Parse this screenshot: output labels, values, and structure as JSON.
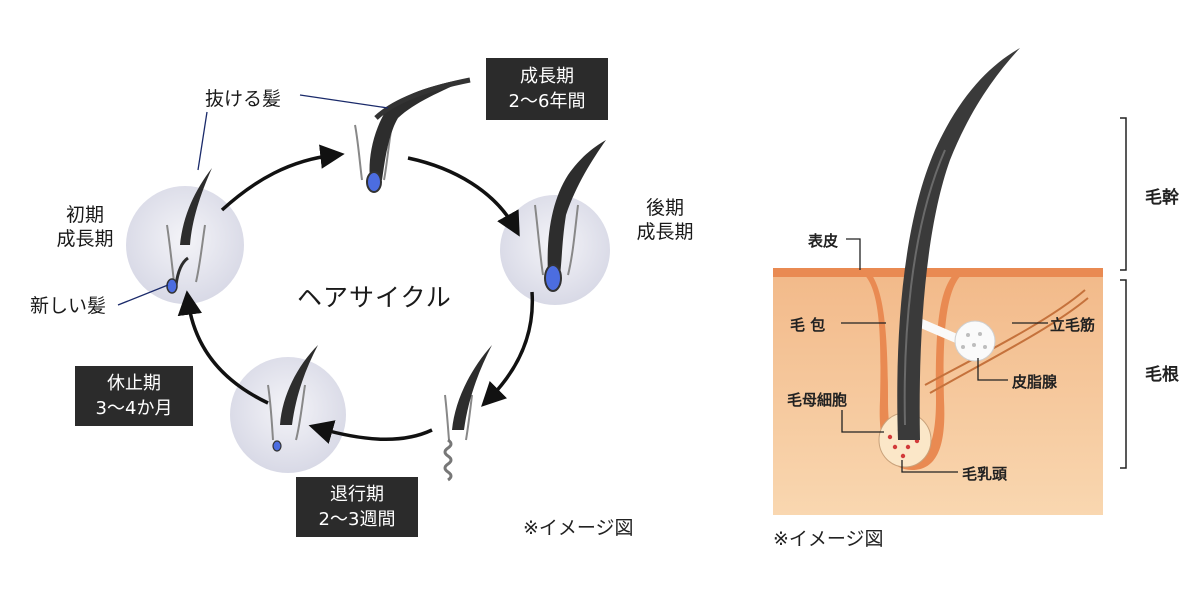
{
  "cycle": {
    "title": "ヘアサイクル",
    "note": "※イメージ図",
    "labels": {
      "falling_hair": "抜ける髪",
      "new_hair": "新しい髪",
      "early_growth": [
        "初期",
        "成長期"
      ],
      "late_growth": [
        "後期",
        "成長期"
      ]
    },
    "phases": {
      "growth": {
        "name": "成長期",
        "duration": "2〜6年間"
      },
      "rest": {
        "name": "休止期",
        "duration": "3〜4か月"
      },
      "regression": {
        "name": "退行期",
        "duration": "2〜3週間"
      }
    }
  },
  "anatomy": {
    "note": "※イメージ図",
    "labels": {
      "epidermis": "表皮",
      "follicle": "毛 包",
      "arrector": "立毛筋",
      "sebaceous": "皮脂腺",
      "matrix": "毛母細胞",
      "papilla": "毛乳頭"
    },
    "regions": {
      "shaft": "毛幹",
      "root": "毛根"
    }
  },
  "colors": {
    "label_box": "#2b2b2b",
    "skin": "#f5c48f",
    "skin_edge": "#e98a52",
    "hair": "#3a3a3a",
    "bulb": "#4c6de0",
    "circle": "#e3e4ee"
  }
}
